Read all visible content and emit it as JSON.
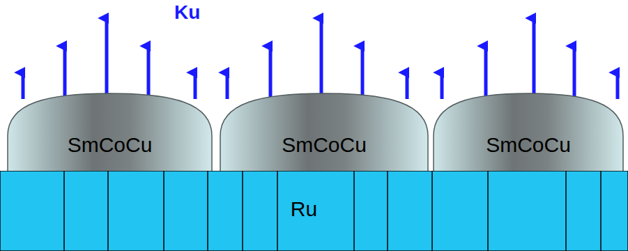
{
  "diagram": {
    "nodes": [
      {
        "text": [
          "SmCoCu"
        ]
      },
      {
        "text": [
          "SmCoCu"
        ]
      },
      {
        "text": [
          "SmCoCu"
        ]
      },
      {
        "text": [
          "Ru"
        ]
      }
    ],
    "labels": [
      "Ku"
    ]
  }
}
